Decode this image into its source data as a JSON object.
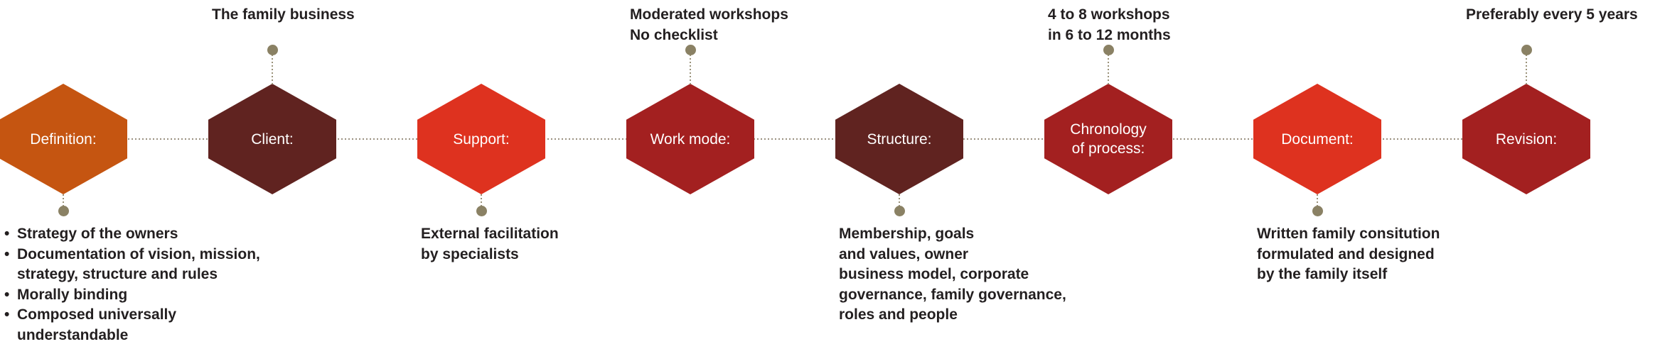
{
  "diagram_title": "family-constitution-process",
  "colors": {
    "orange": "#C55511",
    "dark_maroon": "#602320",
    "bright_red": "#DE321F",
    "brick_red": "#A32020",
    "connector_dot": "#8A8164",
    "connector_stem": "#9A9279",
    "dotted_line": "#9A9180",
    "annotation_text": "#231F20",
    "hex_label_text": "#FFFFFF"
  },
  "steps": [
    {
      "label": "Definition:",
      "color": "#C55511",
      "annotation": {
        "position": "below",
        "bullets": [
          "Strategy of the owners",
          "Documentation of vision, mission,\nstrategy, structure and rules",
          "Morally binding",
          "Composed universally\nunderstandable"
        ]
      }
    },
    {
      "label": "Client:",
      "color": "#602320",
      "annotation": {
        "position": "above",
        "text": "The family business"
      }
    },
    {
      "label": "Support:",
      "color": "#DE321F",
      "annotation": {
        "position": "below",
        "text": "External facilitation\nby specialists"
      }
    },
    {
      "label": "Work mode:",
      "color": "#A32020",
      "annotation": {
        "position": "above",
        "text": "Moderated workshops\nNo checklist"
      }
    },
    {
      "label": "Structure:",
      "color": "#602320",
      "annotation": {
        "position": "below",
        "text": "Membership, goals\nand values, owner\nbusiness model, corporate\ngovernance, family governance,\nroles and people"
      }
    },
    {
      "label": "Chronology\nof process:",
      "color": "#A32020",
      "annotation": {
        "position": "above",
        "text": "4 to 8 workshops\nin 6 to 12 months"
      }
    },
    {
      "label": "Document:",
      "color": "#DE321F",
      "annotation": {
        "position": "below",
        "text": "Written family consitution\nformulated and designed\nby the family itself"
      }
    },
    {
      "label": "Revision:",
      "color": "#A32020",
      "annotation": {
        "position": "above",
        "text": "Preferably every 5 years"
      }
    }
  ]
}
